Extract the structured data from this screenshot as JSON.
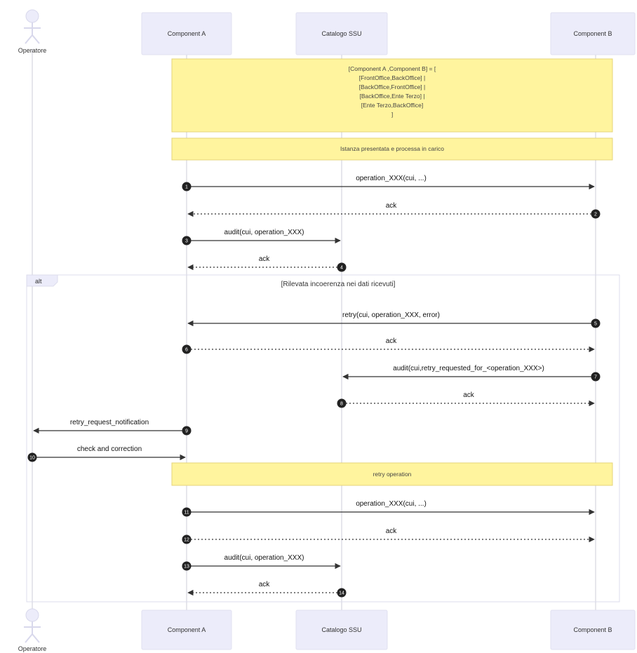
{
  "participants": [
    {
      "id": "op",
      "label": "Operatore",
      "kind": "actor"
    },
    {
      "id": "ca",
      "label": "Component A",
      "kind": "box"
    },
    {
      "id": "cs",
      "label": "Catalogo SSU",
      "kind": "box"
    },
    {
      "id": "cb",
      "label": "Component B",
      "kind": "box"
    }
  ],
  "notes": [
    {
      "id": "pair-note",
      "lines": [
        "[Component A ,Component B] = [",
        "[FrontOffice,BackOffice] |",
        "[BackOffice,FrontOffice] |",
        "[BackOffice,Ente Terzo] |",
        "[Ente Terzo,BackOffice]",
        "]"
      ]
    },
    {
      "id": "instance-note",
      "lines": [
        "Istanza presentata e processa in carico"
      ]
    },
    {
      "id": "retry-note",
      "lines": [
        "retry operation"
      ]
    }
  ],
  "alt": {
    "tag": "alt",
    "condition": "[Rilevata incoerenza nei dati ricevuti]"
  },
  "messages": [
    {
      "n": "1",
      "from": "ca",
      "to": "cb",
      "label": "operation_XXX(cui, ...)",
      "style": "solid"
    },
    {
      "n": "2",
      "from": "cb",
      "to": "ca",
      "label": "ack",
      "style": "dotted"
    },
    {
      "n": "3",
      "from": "ca",
      "to": "cs",
      "label": "audit(cui, operation_XXX)",
      "style": "solid"
    },
    {
      "n": "4",
      "from": "cs",
      "to": "ca",
      "label": "ack",
      "style": "dotted"
    },
    {
      "n": "5",
      "from": "cb",
      "to": "ca",
      "label": "retry(cui, operation_XXX, error)",
      "style": "solid"
    },
    {
      "n": "6",
      "from": "ca",
      "to": "cb",
      "label": "ack",
      "style": "dotted"
    },
    {
      "n": "7",
      "from": "cb",
      "to": "cs",
      "label": "audit(cui,retry_requested_for_<operation_XXX>)",
      "style": "solid"
    },
    {
      "n": "8",
      "from": "cs",
      "to": "cb",
      "label": "ack",
      "style": "dotted"
    },
    {
      "n": "9",
      "from": "ca",
      "to": "op",
      "label": "retry_request_notification",
      "style": "solid"
    },
    {
      "n": "10",
      "from": "op",
      "to": "ca",
      "label": "check and correction",
      "style": "solid"
    },
    {
      "n": "11",
      "from": "ca",
      "to": "cb",
      "label": "operation_XXX(cui, ...)",
      "style": "solid"
    },
    {
      "n": "12",
      "from": "ca",
      "to": "cb",
      "label": "ack",
      "style": "dotted"
    },
    {
      "n": "13",
      "from": "ca",
      "to": "cs",
      "label": "audit(cui, operation_XXX)",
      "style": "solid"
    },
    {
      "n": "14",
      "from": "cs",
      "to": "ca",
      "label": "ack",
      "style": "dotted"
    }
  ]
}
